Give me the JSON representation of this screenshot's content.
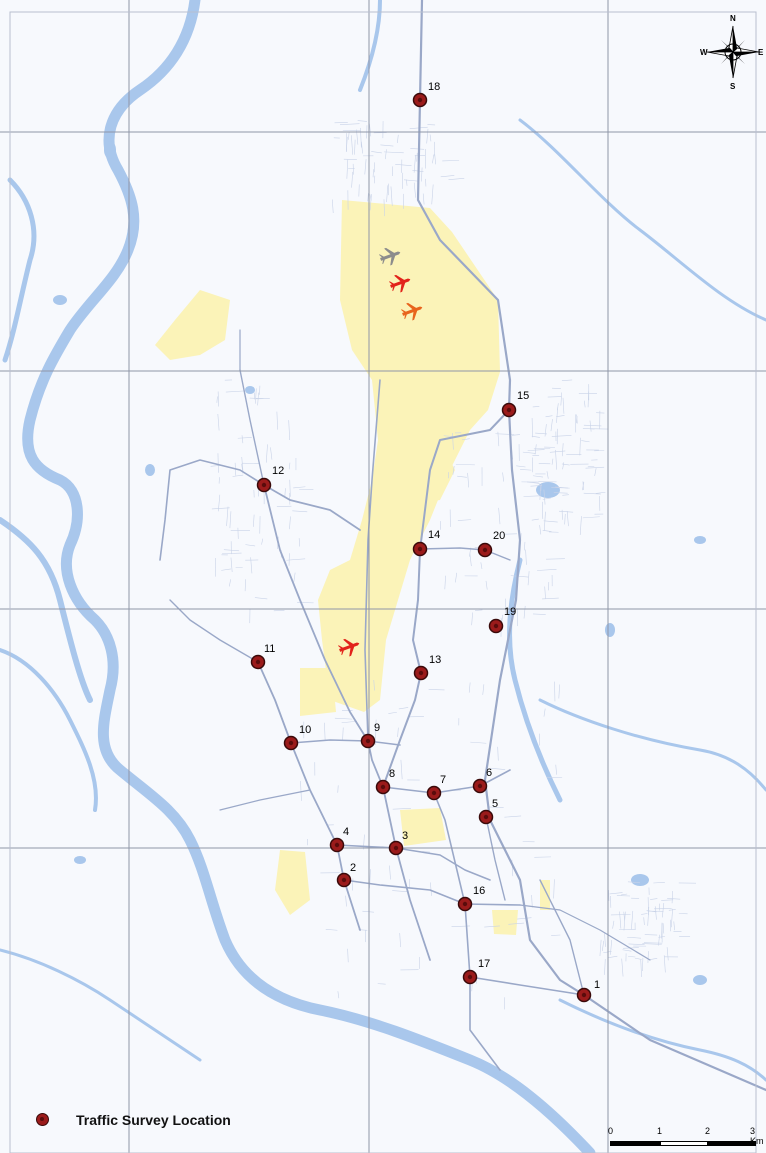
{
  "legend": {
    "label": "Traffic Survey Location"
  },
  "scale_bar": {
    "ticks": [
      "0",
      "1",
      "2",
      "3 Km"
    ]
  },
  "compass": {
    "n": "N",
    "s": "S",
    "e": "E",
    "w": "W"
  },
  "colors": {
    "water": "#a9c7ec",
    "airport": "#fbf3b8",
    "marker": "#9b1b1b",
    "road": "#9aa8c8",
    "grid": "#8f96a8",
    "plane_red": "#e2231a",
    "plane_orange": "#e8641d",
    "plane_grey": "#8c8c8c"
  },
  "markers": [
    {
      "id": "1",
      "label": "1"
    },
    {
      "id": "2",
      "label": "2"
    },
    {
      "id": "3",
      "label": "3"
    },
    {
      "id": "4",
      "label": "4"
    },
    {
      "id": "5",
      "label": "5"
    },
    {
      "id": "6",
      "label": "6"
    },
    {
      "id": "7",
      "label": "7"
    },
    {
      "id": "8",
      "label": "8"
    },
    {
      "id": "9",
      "label": "9"
    },
    {
      "id": "10",
      "label": "10"
    },
    {
      "id": "11",
      "label": "11"
    },
    {
      "id": "12",
      "label": "12"
    },
    {
      "id": "13",
      "label": "13"
    },
    {
      "id": "14",
      "label": "14"
    },
    {
      "id": "15",
      "label": "15"
    },
    {
      "id": "16",
      "label": "16"
    },
    {
      "id": "17",
      "label": "17"
    },
    {
      "id": "18",
      "label": "18"
    },
    {
      "id": "19",
      "label": "19"
    },
    {
      "id": "20",
      "label": "20"
    }
  ],
  "icons": [
    "airplane-icon",
    "compass-rose-icon",
    "survey-location-icon"
  ]
}
